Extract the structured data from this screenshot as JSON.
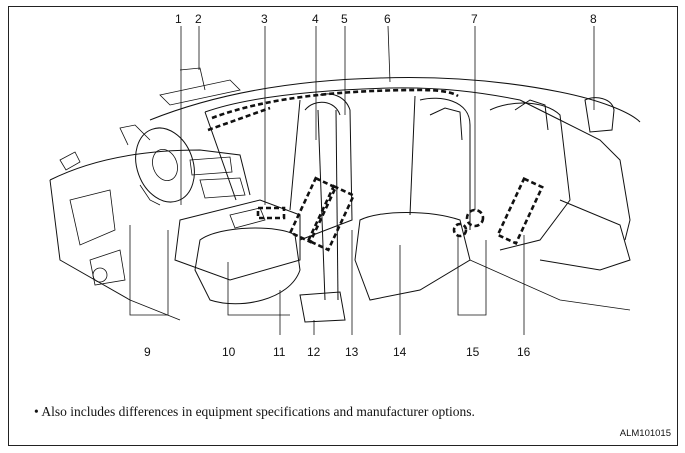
{
  "callouts": [
    "1",
    "2",
    "3",
    "4",
    "5",
    "6",
    "7",
    "8",
    "9",
    "10",
    "11",
    "12",
    "13",
    "14",
    "15",
    "16"
  ],
  "note": "• Also includes differences in equipment specifications and manufacturer options.",
  "code": "ALM101015"
}
